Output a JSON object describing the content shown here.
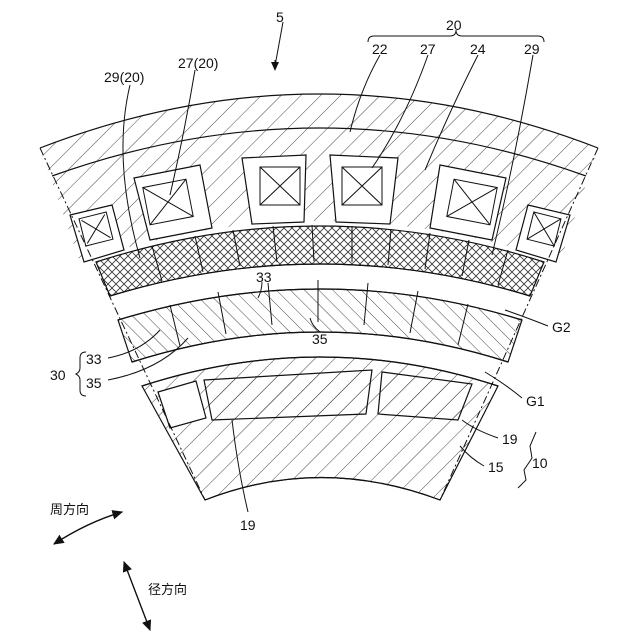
{
  "figure_label": "5",
  "labels": {
    "group_20": "20",
    "l22": "22",
    "l27": "27",
    "l24": "24",
    "l29": "29",
    "l29_20": "29(20)",
    "l27_20": "27(20)",
    "l33_top": "33",
    "l35_mid": "35",
    "l33_left": "33",
    "l35_left": "35",
    "l30": "30",
    "G2": "G2",
    "G1": "G1",
    "l19_right": "19",
    "l15": "15",
    "l10": "10",
    "l19_bottom": "19"
  },
  "directions": {
    "circumferential": "周方向",
    "radial": "径方向"
  }
}
